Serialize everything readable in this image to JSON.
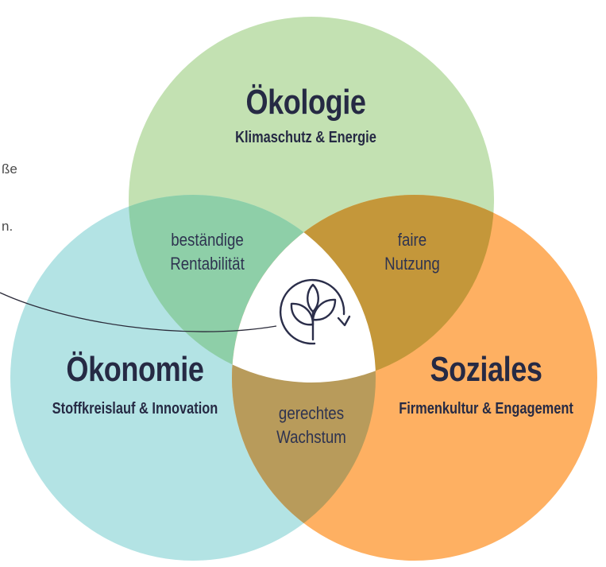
{
  "colors": {
    "oekologie": "#c3e1b2",
    "oekonomie": "#b3e3e4",
    "soziales": "#feb062",
    "overlap_oek_oek": "#8ecfa8",
    "overlap_oek_soz": "#c4973a",
    "overlap_oekon_soz": "#b89b5b",
    "center": "#ffffff",
    "text_dark": "#262a44"
  },
  "clipped_left_text": [
    "ße",
    "n."
  ],
  "circles": {
    "oekologie": {
      "title": "Ökologie",
      "subtitle": "Klimaschutz & Energie"
    },
    "oekonomie": {
      "title": "Ökonomie",
      "subtitle": "Stoffkreislauf & Innovation"
    },
    "soziales": {
      "title": "Soziales",
      "subtitle": "Firmenkultur & Engagement"
    }
  },
  "overlaps": {
    "oekologie_oekonomie": {
      "line1": "beständige",
      "line2": "Rentabilität"
    },
    "oekologie_soziales": {
      "line1": "faire",
      "line2": "Nutzung"
    },
    "oekonomie_soziales": {
      "line1": "gerechtes",
      "line2": "Wachstum"
    }
  },
  "center_icon": "leaf-cycle-icon"
}
